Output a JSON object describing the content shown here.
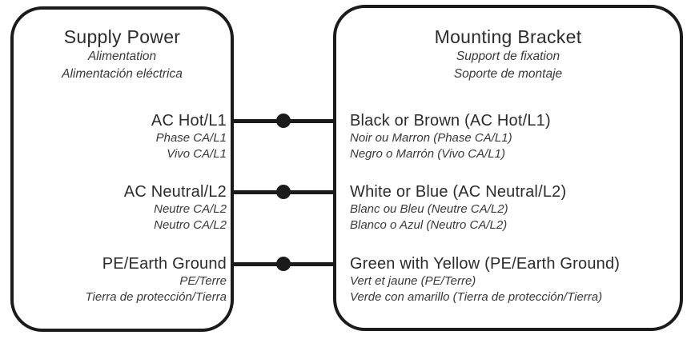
{
  "diagram": {
    "left_box": {
      "title": "Supply Power",
      "subtitles": [
        "Alimentation",
        "Alimentación eléctrica"
      ],
      "rows": [
        {
          "label": "AC Hot/L1",
          "sublabels": [
            "Phase CA/L1",
            "Vivo CA/L1"
          ]
        },
        {
          "label": "AC Neutral/L2",
          "sublabels": [
            "Neutre CA/L2",
            "Neutro CA/L2"
          ]
        },
        {
          "label": "PE/Earth Ground",
          "sublabels": [
            "PE/Terre",
            "Tierra de protección/Tierra"
          ]
        }
      ]
    },
    "right_box": {
      "title": "Mounting Bracket",
      "subtitles": [
        "Support de fixation",
        "Soporte de montaje"
      ],
      "rows": [
        {
          "label": "Black or Brown (AC Hot/L1)",
          "sublabels": [
            "Noir ou Marron (Phase CA/L1)",
            "Negro o Marrón (Vivo CA/L1)"
          ]
        },
        {
          "label": "White or Blue (AC Neutral/L2)",
          "sublabels": [
            "Blanc ou Bleu (Neutre CA/L2)",
            "Blanco o Azul (Neutro CA/L2)"
          ]
        },
        {
          "label": "Green with Yellow (PE/Earth Ground)",
          "sublabels": [
            "Vert et jaune (PE/Terre)",
            "Verde con amarillo (Tierra de protección/Tierra)"
          ]
        }
      ]
    },
    "colors": {
      "line": "#1b1b1b",
      "text": "#2d2b2c"
    }
  }
}
